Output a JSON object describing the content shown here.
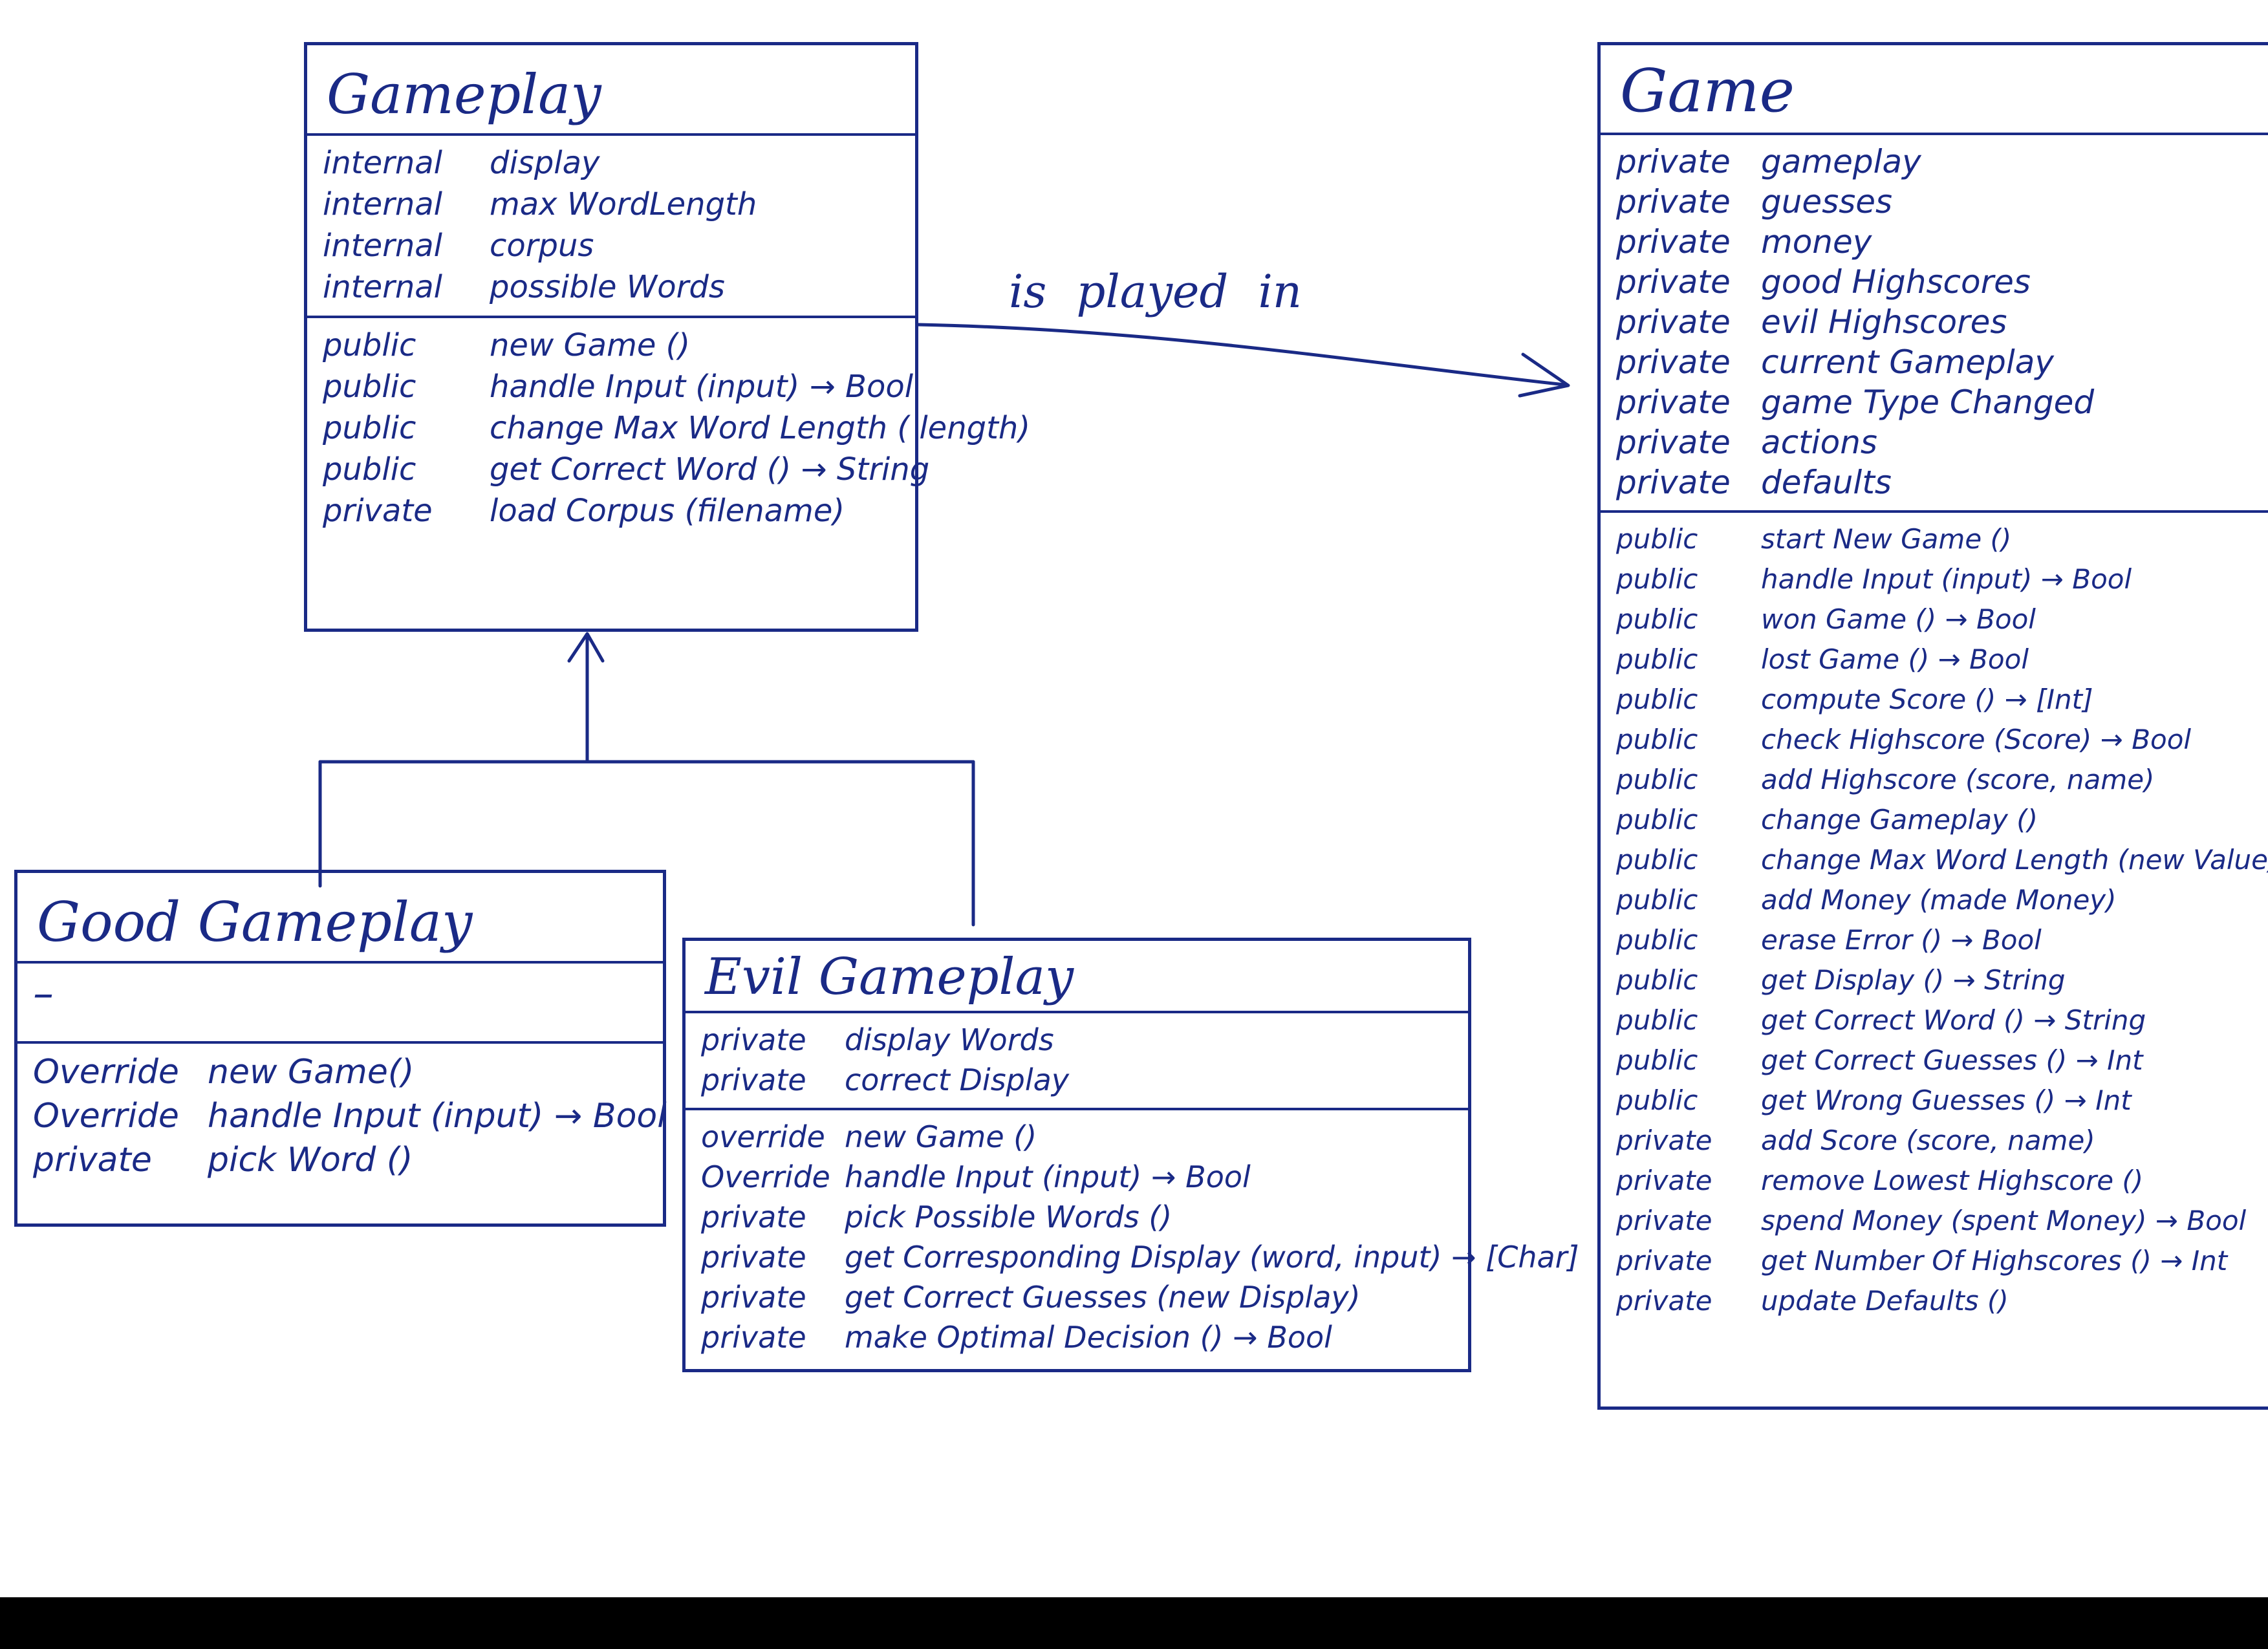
{
  "relation": {
    "label": "is played in"
  },
  "classes": {
    "gameplay": {
      "name": "Gameplay",
      "attributes": [
        {
          "visibility": "internal",
          "member": "display"
        },
        {
          "visibility": "internal",
          "member": "max WordLength"
        },
        {
          "visibility": "internal",
          "member": "corpus"
        },
        {
          "visibility": "internal",
          "member": "possible Words"
        }
      ],
      "methods": [
        {
          "visibility": "public",
          "member": "new Game ()"
        },
        {
          "visibility": "public",
          "member": "handle Input (input) → Bool"
        },
        {
          "visibility": "public",
          "member": "change Max Word Length ( length)"
        },
        {
          "visibility": "public",
          "member": "get Correct Word () → String"
        },
        {
          "visibility": "private",
          "member": "load Corpus (filename)"
        }
      ]
    },
    "good_gameplay": {
      "name": "Good Gameplay",
      "attributes_placeholder": "–",
      "methods": [
        {
          "visibility": "Override",
          "member": "new Game()"
        },
        {
          "visibility": "Override",
          "member": "handle Input (input) → Bool"
        },
        {
          "visibility": "private",
          "member": "pick Word ()"
        }
      ]
    },
    "evil_gameplay": {
      "name": "Evil Gameplay",
      "attributes": [
        {
          "visibility": "private",
          "member": "display Words"
        },
        {
          "visibility": "private",
          "member": "correct Display"
        }
      ],
      "methods": [
        {
          "visibility": "override",
          "member": "new Game ()"
        },
        {
          "visibility": "Override",
          "member": "handle Input (input) → Bool"
        },
        {
          "visibility": "private",
          "member": "pick Possible Words ()"
        },
        {
          "visibility": "private",
          "member": "get Corresponding Display (word, input) → [Char]"
        },
        {
          "visibility": "private",
          "member": "get Correct Guesses (new Display)"
        },
        {
          "visibility": "private",
          "member": "make Optimal Decision () → Bool"
        }
      ]
    },
    "game": {
      "name": "Game",
      "attributes": [
        {
          "visibility": "private",
          "member": "gameplay"
        },
        {
          "visibility": "private",
          "member": "guesses"
        },
        {
          "visibility": "private",
          "member": "money"
        },
        {
          "visibility": "private",
          "member": "good Highscores"
        },
        {
          "visibility": "private",
          "member": "evil Highscores"
        },
        {
          "visibility": "private",
          "member": "current Gameplay"
        },
        {
          "visibility": "private",
          "member": "game Type Changed"
        },
        {
          "visibility": "private",
          "member": "actions"
        },
        {
          "visibility": "private",
          "member": "defaults"
        }
      ],
      "methods": [
        {
          "visibility": "public",
          "member": "start New Game ()"
        },
        {
          "visibility": "public",
          "member": "handle Input (input) → Bool"
        },
        {
          "visibility": "public",
          "member": "won Game () → Bool"
        },
        {
          "visibility": "public",
          "member": "lost Game () → Bool"
        },
        {
          "visibility": "public",
          "member": "compute Score () → [Int]"
        },
        {
          "visibility": "public",
          "member": "check Highscore (Score) → Bool"
        },
        {
          "visibility": "public",
          "member": "add Highscore (score, name)"
        },
        {
          "visibility": "public",
          "member": "change Gameplay ()"
        },
        {
          "visibility": "public",
          "member": "change Max Word Length (new Value)"
        },
        {
          "visibility": "public",
          "member": "add Money (made Money)"
        },
        {
          "visibility": "public",
          "member": "erase Error () → Bool"
        },
        {
          "visibility": "public",
          "member": "get Display () → String"
        },
        {
          "visibility": "public",
          "member": "get Correct Word () → String"
        },
        {
          "visibility": "public",
          "member": "get Correct Guesses () → Int"
        },
        {
          "visibility": "public",
          "member": "get Wrong Guesses () → Int"
        },
        {
          "visibility": "private",
          "member": "add Score (score, name)"
        },
        {
          "visibility": "private",
          "member": "remove Lowest Highscore ()"
        },
        {
          "visibility": "private",
          "member": "spend Money (spent Money) → Bool"
        },
        {
          "visibility": "private",
          "member": "get Number Of Highscores () → Int"
        },
        {
          "visibility": "private",
          "member": "update Defaults ()"
        }
      ]
    }
  }
}
